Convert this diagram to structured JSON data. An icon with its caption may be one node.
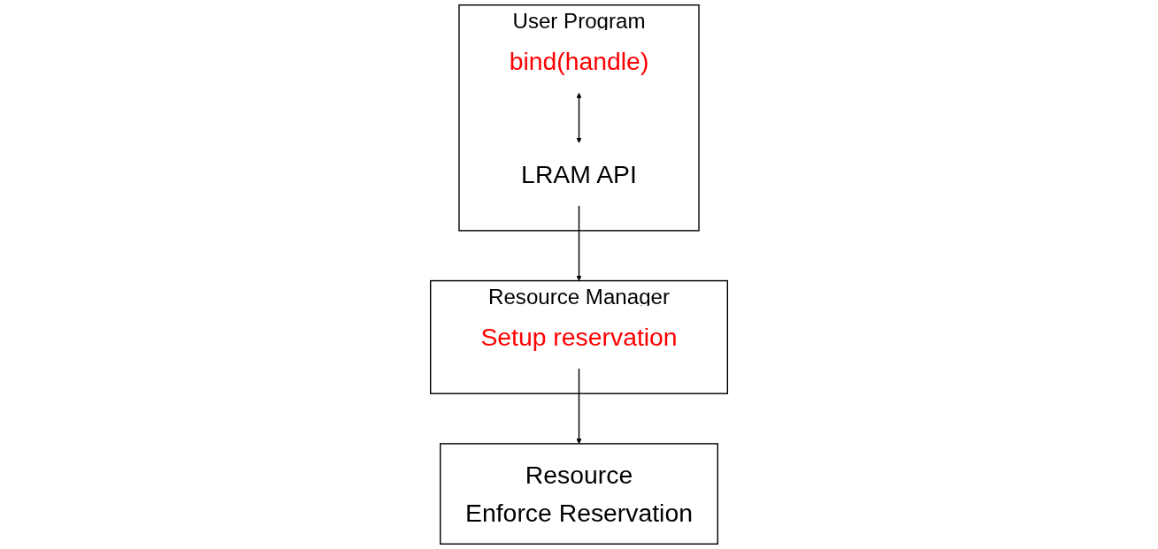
{
  "diagram": {
    "nodes": [
      {
        "text": [
          "User Program"
        ]
      },
      {
        "text": [
          "bind(handle)"
        ],
        "in": 0
      },
      {
        "text": [
          "LRAM API"
        ],
        "in": 0
      },
      {
        "text": [
          "Resource Manager"
        ]
      },
      {
        "text": [
          "Setup reservation"
        ],
        "in": 3
      },
      {
        "text": [
          "Resource",
          "Enforce Reservation"
        ]
      }
    ],
    "edges": [
      {
        "from": 1,
        "to": 2,
        "arrow": "both"
      },
      {
        "from": 2,
        "to": 3,
        "arrow": "to"
      },
      {
        "from": 4,
        "to": 5,
        "arrow": "to"
      }
    ]
  }
}
